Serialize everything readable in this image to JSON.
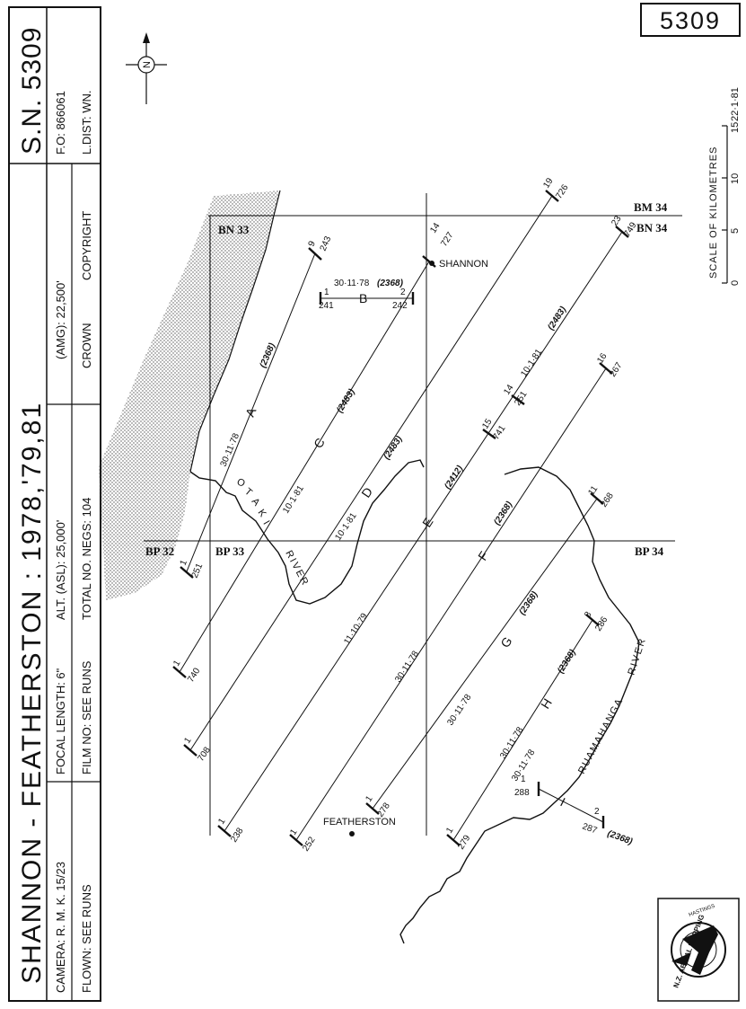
{
  "sheet_number": "5309",
  "title_block": {
    "title": "SHANNON  -  FEATHERSTON  :  1978,'79,81",
    "sn": "S.N. 5309",
    "camera": "CAMERA: R. M. K. 15/23",
    "flown": "FLOWN: SEE RUNS",
    "focal_length": "FOCAL LENGTH: 6\"",
    "film_no": "FILM NO: SEE RUNS",
    "alt": "ALT. (ASL): 25,000'",
    "total_negs": "TOTAL NO. NEGS: 104",
    "amg": "(AMG): 22,500'",
    "crown": "CROWN",
    "copyright": "COPYRIGHT",
    "fo": "F.O: 866061",
    "l_dist": "L.DIST: WN."
  },
  "north_arrow": {
    "letter": "N"
  },
  "scale": {
    "label": "SCALE  OF  KILOMETRES",
    "ticks": [
      "0",
      "5",
      "10",
      "15"
    ],
    "date": "22·1·81"
  },
  "grid_labels": {
    "bm34": "BM 34",
    "bn34": "BN 34",
    "bn33": "BN 33",
    "bp32": "BP 32",
    "bp33": "BP 33",
    "bp34": "BP 34"
  },
  "places": {
    "shannon": "SHANNON",
    "featherston": "FEATHERSTON"
  },
  "rivers": {
    "otaki": [
      "O",
      "T",
      "A",
      "K",
      "I"
    ],
    "otaki_river_word": "RIVER",
    "ruamahanga": "RUAMAHANGA",
    "ruamahanga_river_word": "RIVER"
  },
  "runs": {
    "A": {
      "letter": "A",
      "date": "30·11·78",
      "film": "(2368)",
      "end_top": [
        "9",
        "243"
      ],
      "end_bottom": [
        "1",
        "251"
      ]
    },
    "B": {
      "letter": "B",
      "date": "30·11·78",
      "film": "(2368)",
      "left": [
        "1",
        "241"
      ],
      "right": [
        "2",
        "242"
      ]
    },
    "C": {
      "letter": "C",
      "date": "10·1·81",
      "film": "(2483)",
      "end_bottom": [
        "1",
        "740"
      ]
    },
    "D": {
      "letter": "D",
      "date": "10·1·81",
      "film": "(2483)",
      "end_bottom": [
        "1",
        "708"
      ]
    },
    "E": {
      "letter": "E",
      "date": "11·10·79",
      "film": "(2412)",
      "end_top": [
        "14",
        "727"
      ],
      "end_bottom": [
        "1",
        "238"
      ]
    },
    "C_upper": {
      "date": "10·1·81",
      "film": "(2483)",
      "end_top": [
        "19",
        "726"
      ],
      "mid_a": [
        "15",
        "741"
      ],
      "mid_b": [
        "14",
        "251"
      ]
    },
    "top_right": [
      "23",
      "749"
    ],
    "F": {
      "letter": "F",
      "date": "30·11·78",
      "film": "(2368)",
      "end_top": [
        "16",
        "267"
      ],
      "end_bottom": [
        "1",
        "252"
      ]
    },
    "G": {
      "letter": "G",
      "date": "30·11·78",
      "film": "(2368)",
      "end_top": [
        "11",
        "268"
      ],
      "end_bottom": [
        "1",
        "278"
      ]
    },
    "H": {
      "letter": "H",
      "date": "30·11·78",
      "film": "(2368)",
      "end_top": [
        "8",
        "286"
      ],
      "end_bottom": [
        "1",
        "279"
      ]
    },
    "I": {
      "letter": "I",
      "date": "30·11·78",
      "film": "(2368)",
      "left": [
        "1",
        "288"
      ],
      "right": [
        "2",
        "287"
      ]
    }
  },
  "logo": {
    "text": "N.Z. AERIAL MAPPING",
    "sub": "HASTINGS"
  }
}
